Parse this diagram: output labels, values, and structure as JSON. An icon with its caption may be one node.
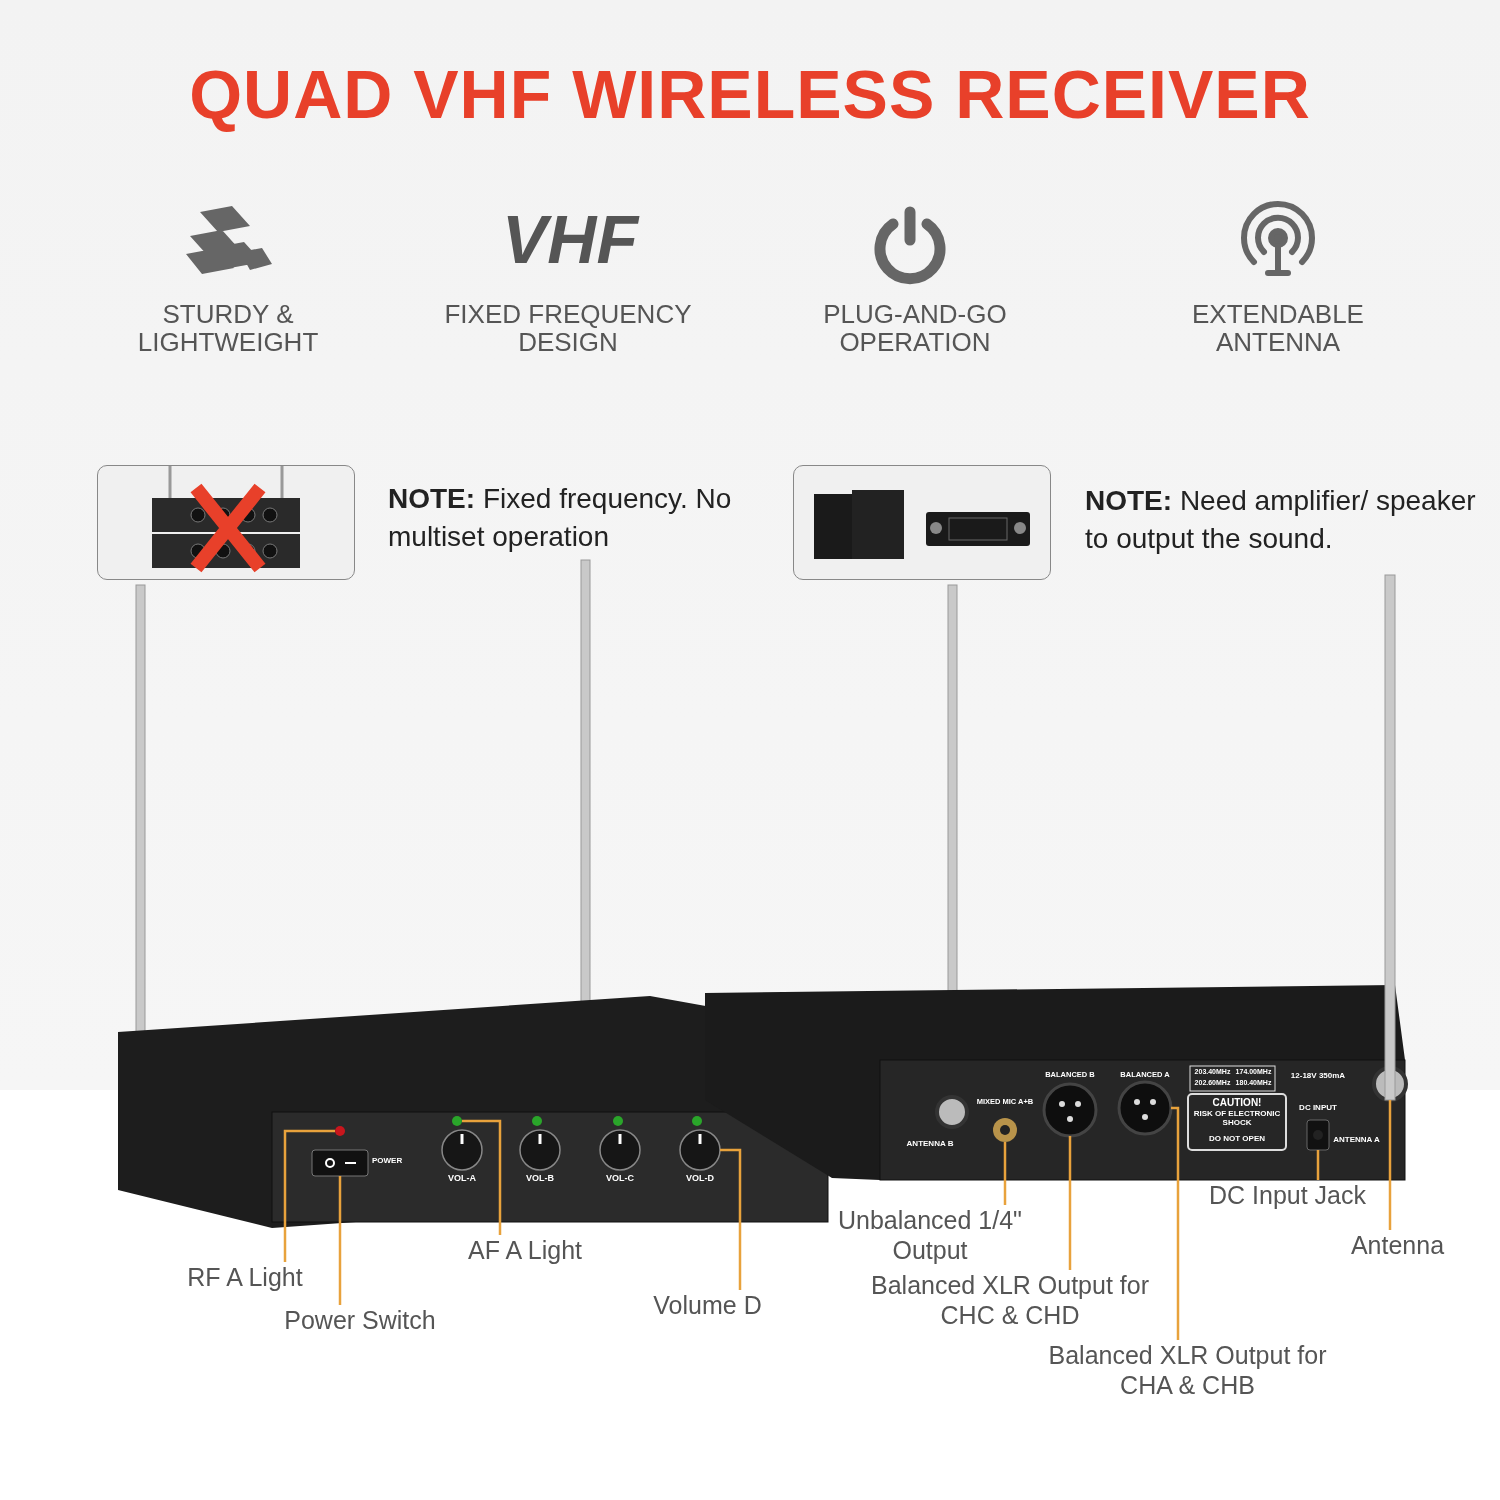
{
  "diagram": {
    "title": "QUAD VHF WIRELESS RECEIVER",
    "nodes": [
      {
        "text": [],
        "shape": "picture",
        "beside": [
          "**NOTE:** Fixed frequency. No multiset operation"
        ]
      },
      {
        "text": [],
        "shape": "picture",
        "beside": [
          "**NOTE:** Need amplifier/ speaker to output the sound."
        ]
      },
      {
        "text": [
          "RF A Light"
        ]
      },
      {
        "text": [
          "Power Switch"
        ]
      },
      {
        "text": [
          "AF A Light"
        ]
      },
      {
        "text": [
          "Volume D"
        ]
      },
      {
        "text": [
          "Unbalanced 1/4\" Output"
        ]
      },
      {
        "text": [
          "Balanced XLR Output for CHC & CHD"
        ]
      },
      {
        "text": [
          "Balanced XLR Output for CHA & CHB"
        ]
      },
      {
        "text": [
          "DC Input Jack"
        ]
      },
      {
        "text": [
          "Antenna"
        ]
      },
      {
        "text": [],
        "shape": "circle"
      },
      {
        "text": [],
        "shape": "box",
        "beside": [
          "POWER"
        ]
      },
      {
        "text": [],
        "shape": "circle"
      },
      {
        "text": [],
        "shape": "circle",
        "beside": [
          "VOL-A"
        ]
      },
      {
        "text": [],
        "shape": "circle",
        "beside": [
          "VOL-B"
        ]
      },
      {
        "text": [],
        "shape": "circle",
        "beside": [
          "VOL-C"
        ]
      },
      {
        "text": [],
        "shape": "circle",
        "beside": [
          "VOL-D"
        ]
      },
      {
        "text": [],
        "shape": "circle",
        "beside": [
          "MIXED MIC A+B"
        ]
      },
      {
        "text": [],
        "shape": "circle",
        "beside": [
          "BALANCED B"
        ]
      },
      {
        "text": [],
        "shape": "circle",
        "beside": [
          "BALANCED A"
        ]
      },
      {
        "text": [],
        "shape": "box",
        "beside": [
          "12-18V 350mA",
          "DC INPUT"
        ]
      },
      {
        "text": [],
        "shape": "bar"
      }
    ],
    "edges": [
      {
        "from": 2,
        "to": 11,
        "arrow": "none"
      },
      {
        "from": 3,
        "to": 12,
        "arrow": "none"
      },
      {
        "from": 4,
        "to": 13,
        "arrow": "none"
      },
      {
        "from": 5,
        "to": 17,
        "arrow": "none"
      },
      {
        "from": 6,
        "to": 18,
        "arrow": "none"
      },
      {
        "from": 7,
        "to": 19,
        "arrow": "none"
      },
      {
        "from": 8,
        "to": 20,
        "arrow": "none"
      },
      {
        "from": 9,
        "to": 21,
        "arrow": "none"
      },
      {
        "from": 10,
        "to": 22,
        "arrow": "none"
      }
    ],
    "labels": [
      "VHF",
      "STURDY & LIGHTWEIGHT",
      "FIXED FREQUENCY DESIGN",
      "PLUG-AND-GO OPERATION",
      "EXTENDABLE ANTENNA",
      "203.40MHz",
      "174.00MHz",
      "202.60MHz",
      "180.40MHz",
      "CAUTION!",
      "RISK OF ELECTRONIC SHOCK",
      "DO NOT OPEN",
      "ANTENNA B",
      "ANTENNA A"
    ]
  }
}
